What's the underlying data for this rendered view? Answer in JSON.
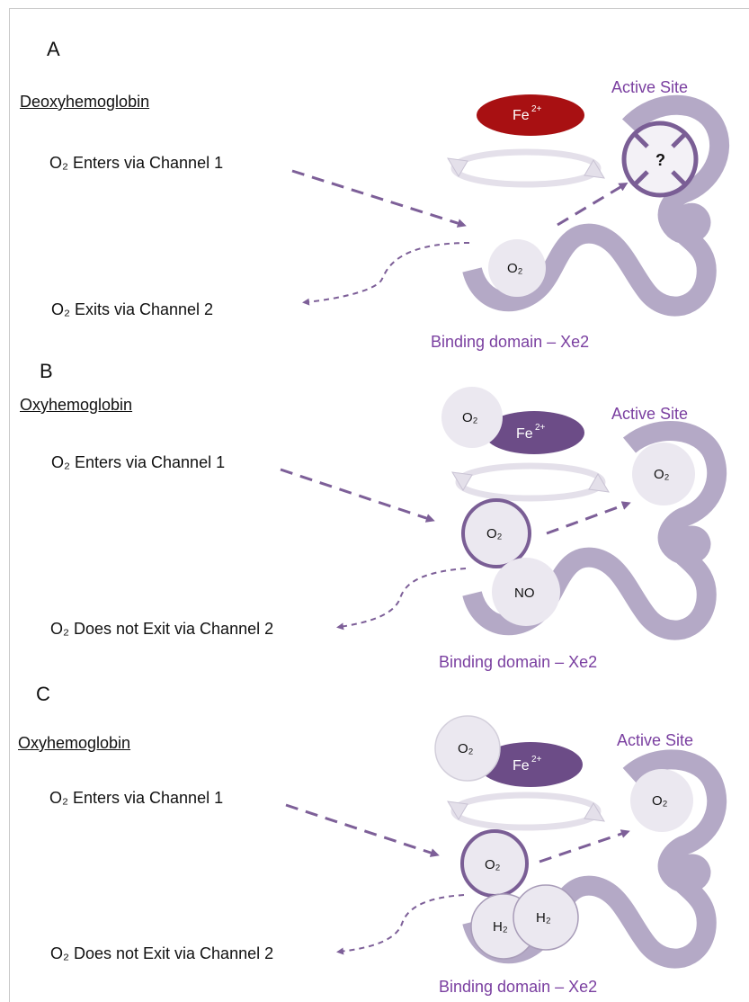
{
  "panels": [
    {
      "letter": "A",
      "title": "Deoxyhemoglobin",
      "enter_label": "O₂ Enters via Channel 1",
      "exit_label": "O₂ Exits via Channel 2",
      "active_site_label": "Active Site",
      "domain_label": "Binding domain – Xe2",
      "iron_label": "Fe",
      "iron_sup": "2+",
      "active_site_content": "?",
      "pocket_content": "O₂"
    },
    {
      "letter": "B",
      "title": "Oxyhemoglobin",
      "enter_label": "O₂ Enters via Channel 1",
      "exit_label": "O₂ Does not Exit via Channel 2",
      "active_site_label": "Active Site",
      "domain_label": "Binding domain – Xe2",
      "iron_label": "Fe",
      "iron_sup": "2+",
      "bound_label": "O₂",
      "active_site_content": "O₂",
      "channel_content": "O₂",
      "pocket_content": "NO"
    },
    {
      "letter": "C",
      "title": "Oxyhemoglobin",
      "enter_label": "O₂ Enters via Channel 1",
      "exit_label": "O₂ Does not Exit via Channel 2",
      "active_site_label": "Active Site",
      "domain_label": "Binding domain – Xe2",
      "iron_label": "Fe",
      "iron_sup": "2+",
      "bound_label": "O₂",
      "active_site_content": "O₂",
      "channel_content": "O₂",
      "pocket_content_1": "H₂",
      "pocket_content_2": "H₂"
    }
  ],
  "colors": {
    "protein": "#b4a9c6",
    "protein_dark": "#7a5e95",
    "arrow": "#7d5f98",
    "iron_deoxy": "#a81012",
    "iron_oxy": "#6c4c87",
    "bubble": "#ebe8f0",
    "accent_text": "#7a3fa0"
  }
}
